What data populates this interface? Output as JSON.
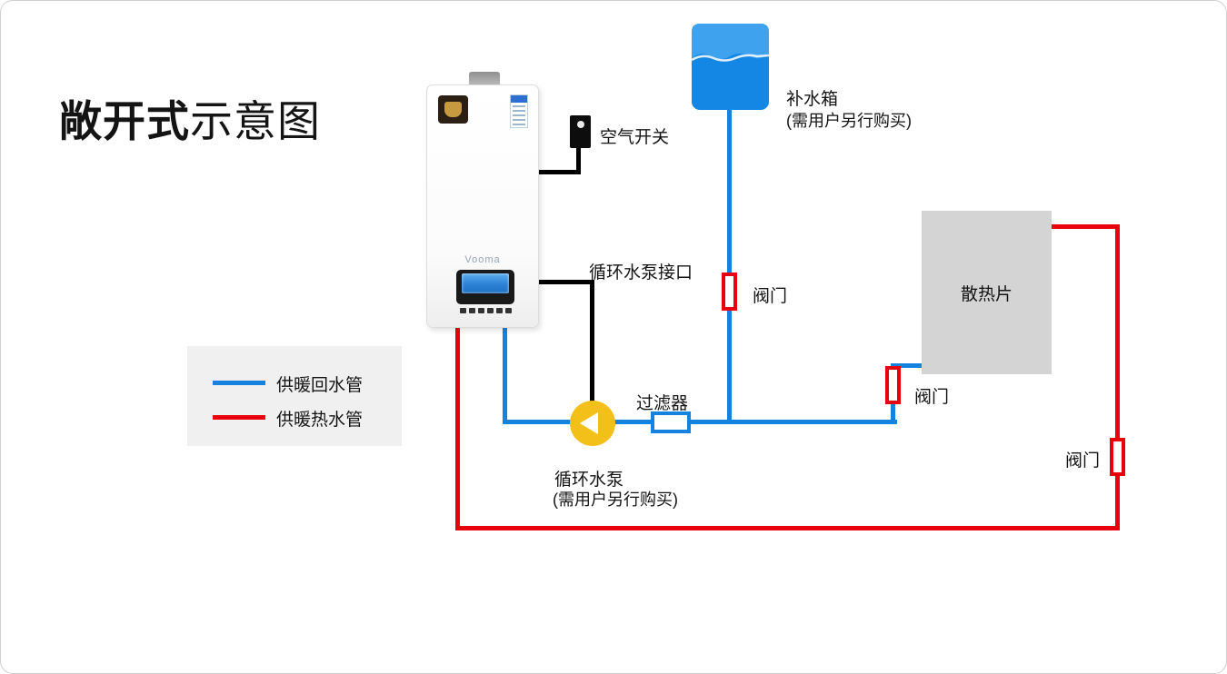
{
  "title": {
    "bold": "敞开式",
    "regular": "示意图"
  },
  "legend": {
    "items": [
      {
        "label": "供暖回水管",
        "color": "#1583dd"
      },
      {
        "label": "供暖热水管",
        "color": "#e8000d"
      }
    ]
  },
  "boiler": {
    "brand": "Vooma"
  },
  "labels": {
    "air_switch": "空气开关",
    "tank_name": "补水箱",
    "tank_note": "(需用户另行购买)",
    "tank_valve": "阀门",
    "pump_port": "循环水泵接口",
    "filter": "过滤器",
    "pump_name": "循环水泵",
    "pump_note": "(需用户另行购买)",
    "radiator_valve": "阀门",
    "radiator": "散热片",
    "return_valve": "阀门"
  },
  "colors": {
    "return_pipe_blue": "#1583dd",
    "hot_pipe_red": "#e8000d",
    "wire_black": "#000000",
    "pump_yellow": "#f3c01a",
    "radiator_gray": "#d4d4d4",
    "tank_blue": "#1486e3",
    "legend_bg": "#f0f0f0"
  }
}
